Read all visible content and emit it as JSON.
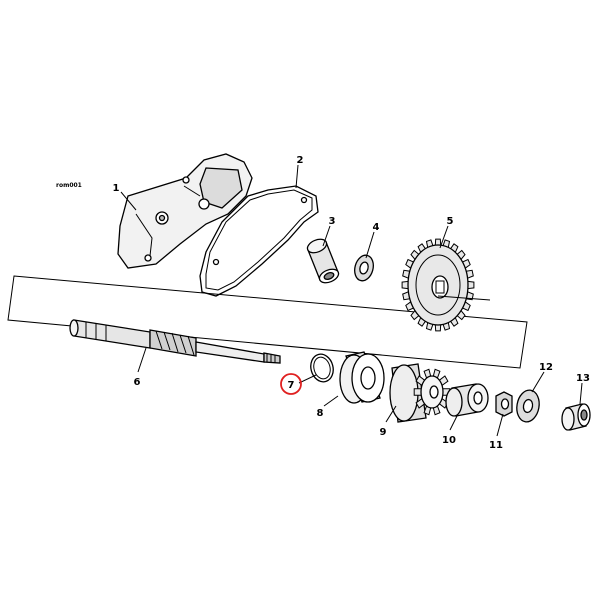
{
  "diagram": {
    "ref_code": "rom001",
    "highlight_color": "#e02020",
    "highlighted_part": "7",
    "parts": [
      {
        "number": "1"
      },
      {
        "number": "2"
      },
      {
        "number": "3"
      },
      {
        "number": "4"
      },
      {
        "number": "5"
      },
      {
        "number": "6"
      },
      {
        "number": "7"
      },
      {
        "number": "8"
      },
      {
        "number": "9"
      },
      {
        "number": "10"
      },
      {
        "number": "11"
      },
      {
        "number": "12"
      },
      {
        "number": "13"
      }
    ]
  }
}
